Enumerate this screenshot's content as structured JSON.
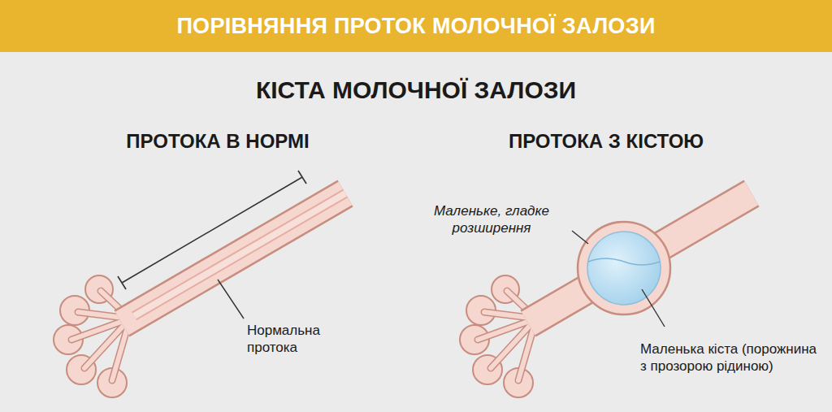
{
  "diagram": {
    "title": "ПОРІВНЯННЯ ПРОТОК МОЛОЧНОЇ ЗАЛОЗИ",
    "labels": [
      "КІСТА МОЛОЧНОЇ ЗАЛОЗИ",
      "ПРОТОКА В НОРМІ",
      "ПРОТОКА З КІСТОЮ",
      "Нормальна протока",
      "Маленьке, гладке розширення",
      "Маленька кіста (порожнина з прозорою рідиною)"
    ]
  }
}
